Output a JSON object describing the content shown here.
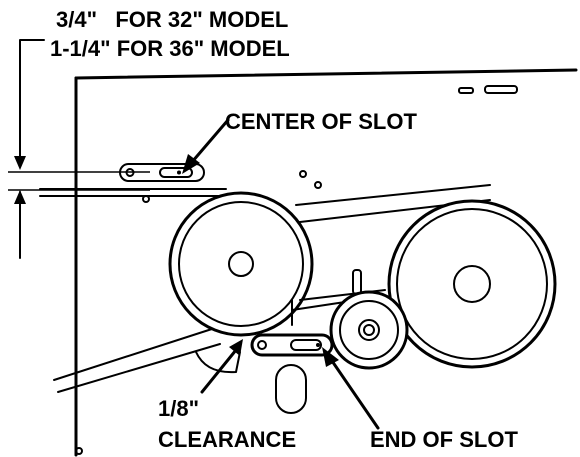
{
  "diagram": {
    "labels": {
      "offset_line_1": "3/4\"   FOR 32\" MODEL",
      "offset_line_2": "1-1/4\" FOR 36\" MODEL",
      "center_of_slot": "CENTER OF SLOT",
      "clearance_value": "1/8\"",
      "clearance_word": "CLEARANCE",
      "end_of_slot": "END OF SLOT"
    },
    "colors": {
      "line": "#000000",
      "background": "#ffffff"
    }
  }
}
